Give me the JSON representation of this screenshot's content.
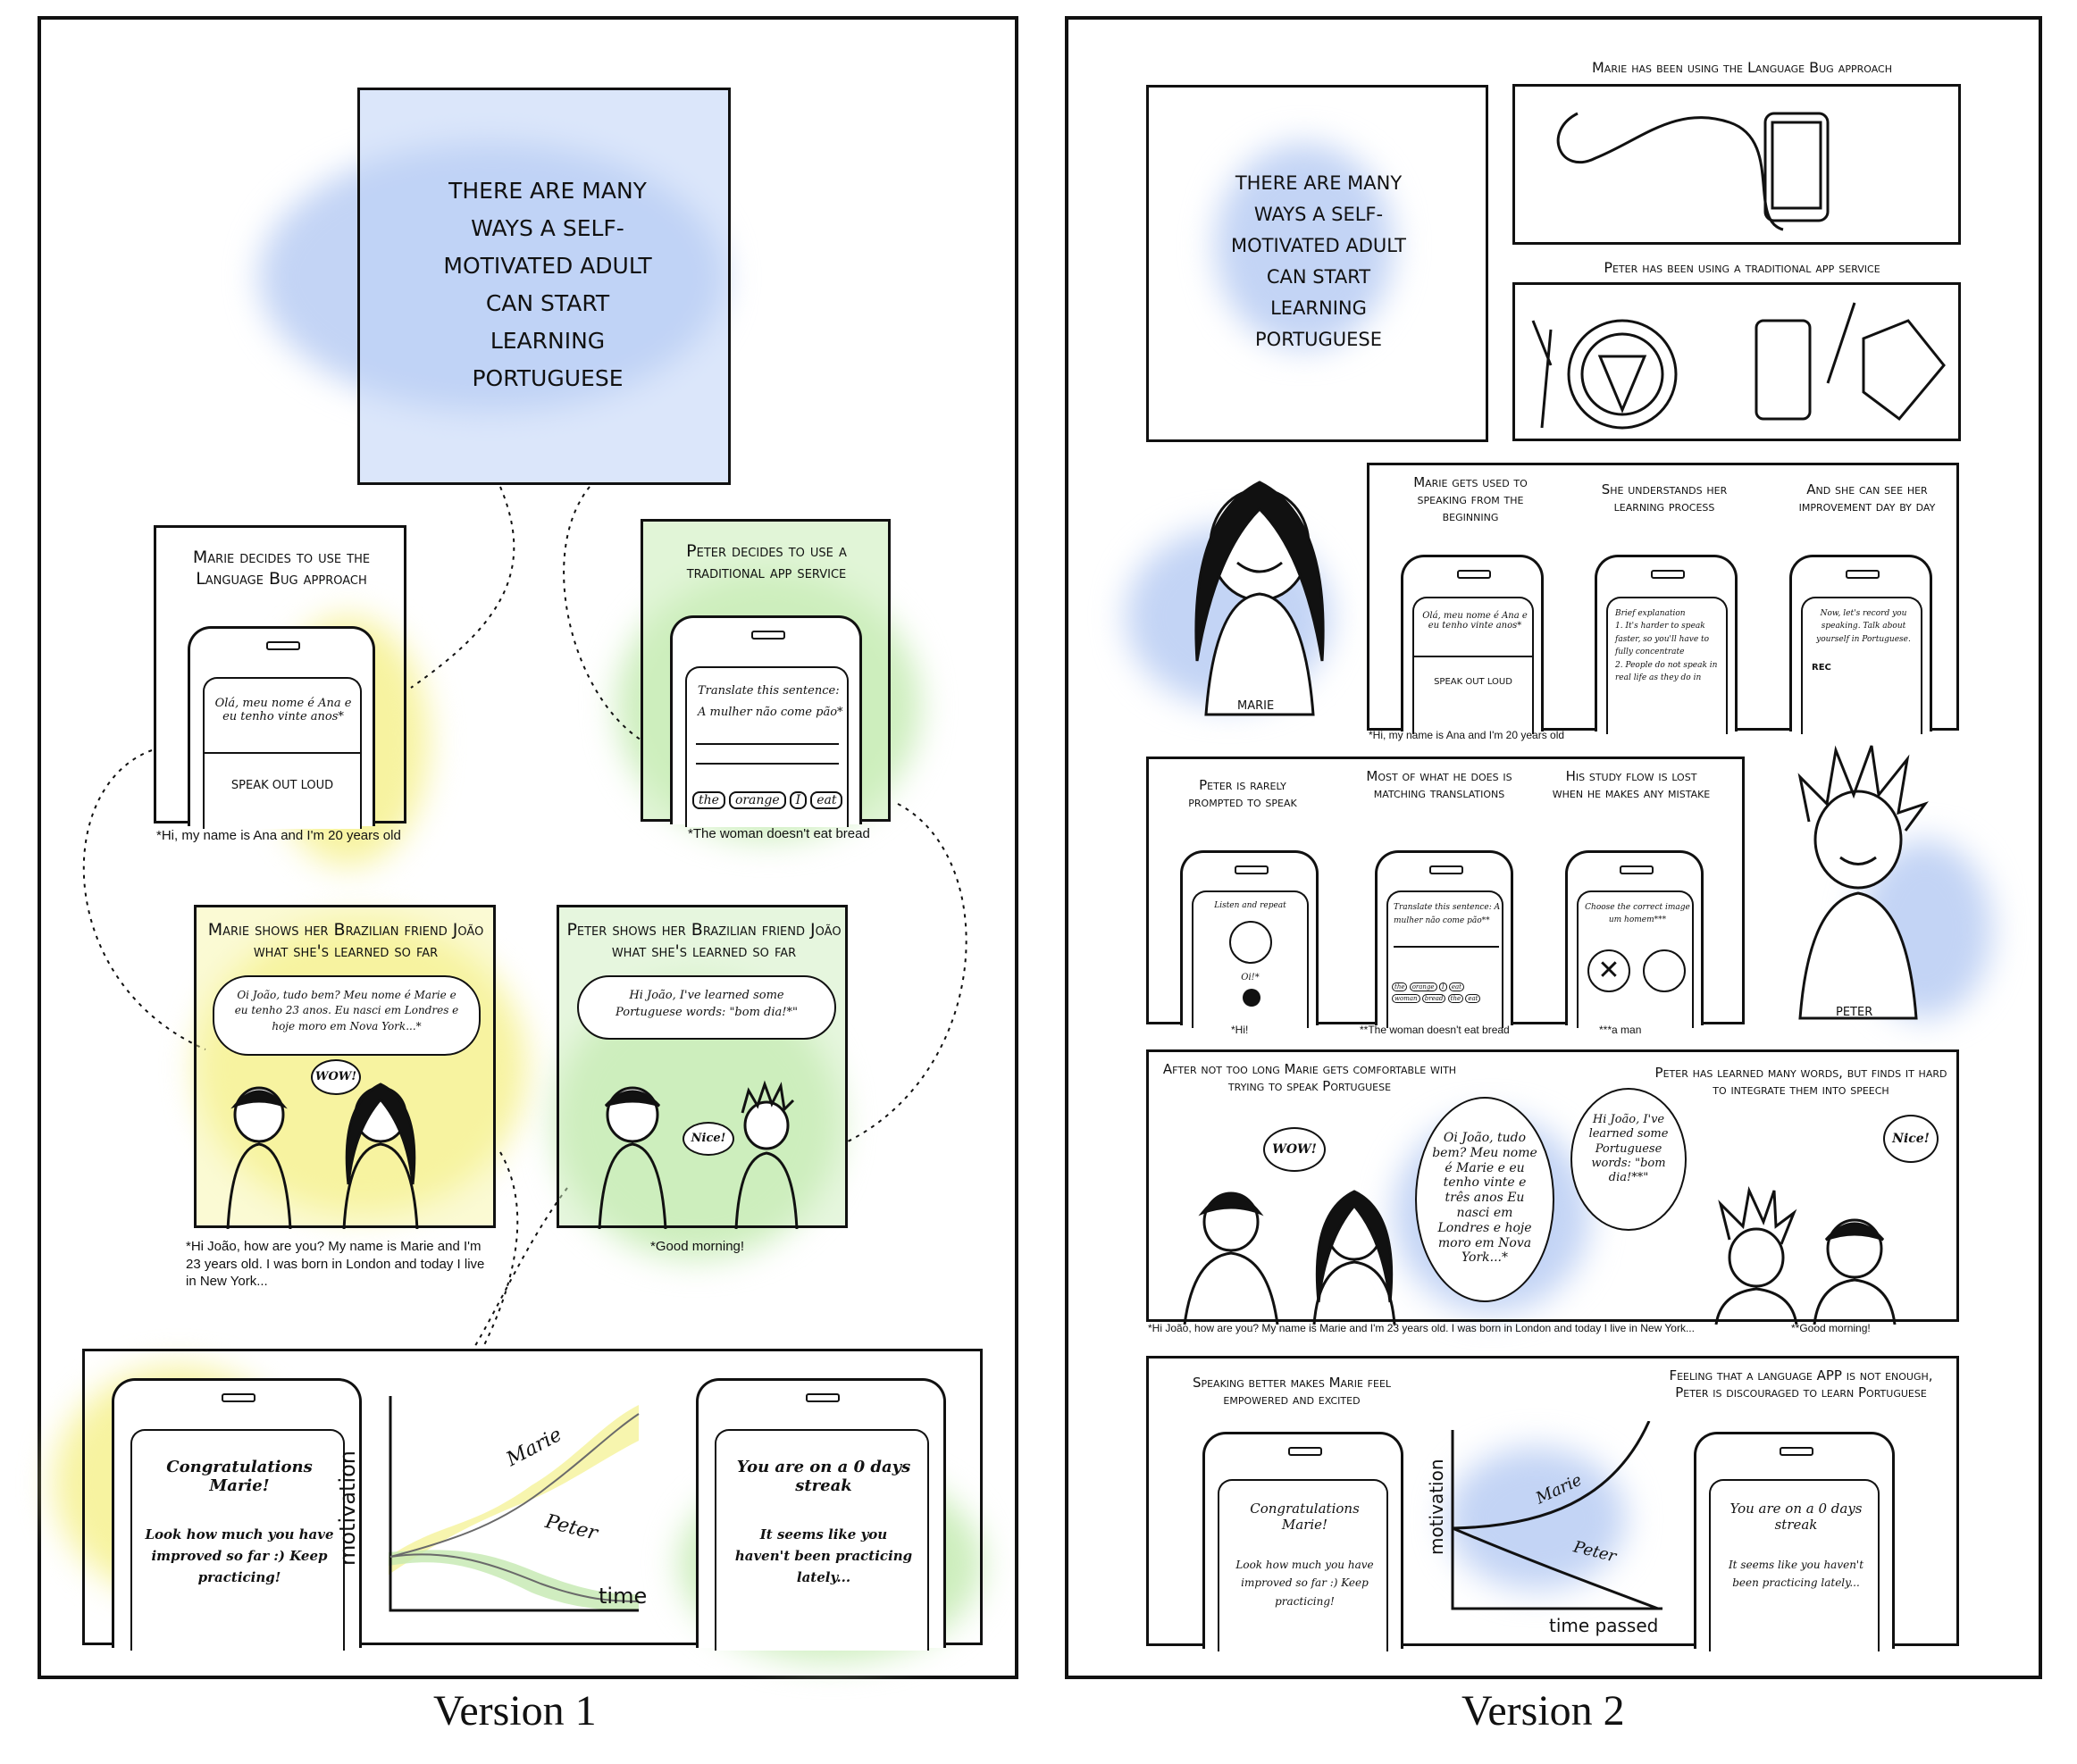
{
  "colors": {
    "blue": "#9db8ea",
    "yellow": "#f2ee7c",
    "green": "#a8e08e",
    "ink": "#111111"
  },
  "version1": {
    "label": "Version 1",
    "intro": "THERE ARE MANY WAYS A SELF-MOTIVATED ADULT CAN START LEARNING PORTUGUESE",
    "marie_decides": "Marie decides to use the Language Bug approach",
    "marie_phone_text": "Olá, meu nome é Ana e eu tenho vinte anos*",
    "marie_phone_button": "SPEAK OUT LOUD",
    "marie_caption": "*Hi, my name is Ana and I'm 20 years old",
    "peter_decides": "Peter decides to use a traditional app service",
    "peter_phone_prompt": "Translate this sentence:",
    "peter_phone_sentence": "A mulher não come pão*",
    "peter_words": [
      "the",
      "orange",
      "I",
      "eat"
    ],
    "peter_caption": "*The woman doesn't eat bread",
    "marie_shows": "Marie shows her Brazilian friend João what she's learned so far",
    "marie_speech": "Oi João, tudo bem? Meu nome é Marie e eu tenho 23 anos. Eu nasci em Londres e hoje moro em Nova York...*",
    "wow": "WOW!",
    "marie_shows_caption": "*Hi João, how are you? My name is Marie and I'm 23 years old. I was born in London and today I live in New York...",
    "peter_shows": "Peter shows her Brazilian friend João what she's learned so far",
    "peter_speech": "Hi João, I've learned some Portuguese words: \"bom dia!*\"",
    "nice": "Nice!",
    "peter_shows_caption": "*Good morning!",
    "congrats_title": "Congratulations Marie!",
    "congrats_body": "Look how much you have improved so far :) Keep practicing!",
    "streak_title": "You are on a 0 days streak",
    "streak_body": "It seems like you haven't been practicing lately...",
    "graph_ylabel": "motivation",
    "graph_xlabel": "time",
    "graph_marie": "Marie",
    "graph_peter": "Peter"
  },
  "version2": {
    "label": "Version 2",
    "intro": "THERE ARE MANY WAYS A SELF-MOTIVATED ADULT CAN START LEARNING PORTUGUESE",
    "marie_using": "Marie has been using the Language Bug approach",
    "peter_using": "Peter has been using a traditional app service",
    "marie_name": "MARIE",
    "peter_name": "PETER",
    "marie_row": [
      {
        "heading": "Marie gets used to speaking from the beginning",
        "screen": "Olá, meu nome é Ana e eu tenho vinte anos*",
        "button": "SPEAK OUT LOUD"
      },
      {
        "heading": "She understands her learning process",
        "screen": "Brief explanation\n1. It's harder to speak faster, so you'll have to fully concentrate\n2. People do not speak in real life as they do in"
      },
      {
        "heading": "And she can see her improvement day by day",
        "screen": "Now, let's record you speaking. Talk about yourself in Portuguese.",
        "button": "REC"
      }
    ],
    "marie_row_caption": "*Hi, my name is Ana and I'm 20 years old",
    "peter_row": [
      {
        "heading": "Peter is rarely prompted to speak",
        "screen": "Listen and repeat",
        "word": "Oi!*",
        "caption": "*Hi!"
      },
      {
        "heading": "Most of what he does is matching translations",
        "screen": "Translate this sentence: A mulher não come pão**",
        "caption": "**The woman doesn't eat bread"
      },
      {
        "heading": "His study flow is lost when he makes any mistake",
        "screen": "Choose the correct image um homem***",
        "caption": "***a man"
      }
    ],
    "peter_row_words": [
      "the",
      "orange",
      "I",
      "eat",
      "woman",
      "bread",
      "the",
      "eat"
    ],
    "comfort_left": "After not too long Marie gets comfortable with trying to speak Portuguese",
    "comfort_right": "Peter has learned many words, but finds it hard to integrate them into speech",
    "wow": "WOW!",
    "nice": "Nice!",
    "marie_speech": "Oi João, tudo bem? Meu nome é Marie e eu tenho vinte e três anos Eu nasci em Londres e hoje moro em Nova York...*",
    "peter_speech": "Hi João, I've learned some Portuguese words: \"bom dia!**\"",
    "comfort_caption_left": "*Hi João, how are you? My name is Marie and I'm 23 years old. I was born in London and today I live in New York...",
    "comfort_caption_right": "**Good morning!",
    "final_left": "Speaking better makes Marie feel empowered and excited",
    "final_right": "Feeling that a language APP is not enough, Peter is discouraged to learn Portuguese",
    "congrats_title": "Congratulations Marie!",
    "congrats_body": "Look how much you have improved so far :) Keep practicing!",
    "streak_title": "You are on a 0 days streak",
    "streak_body": "It seems like you haven't been practicing lately...",
    "graph_ylabel": "motivation",
    "graph_xlabel": "time passed",
    "graph_marie": "Marie",
    "graph_peter": "Peter"
  }
}
